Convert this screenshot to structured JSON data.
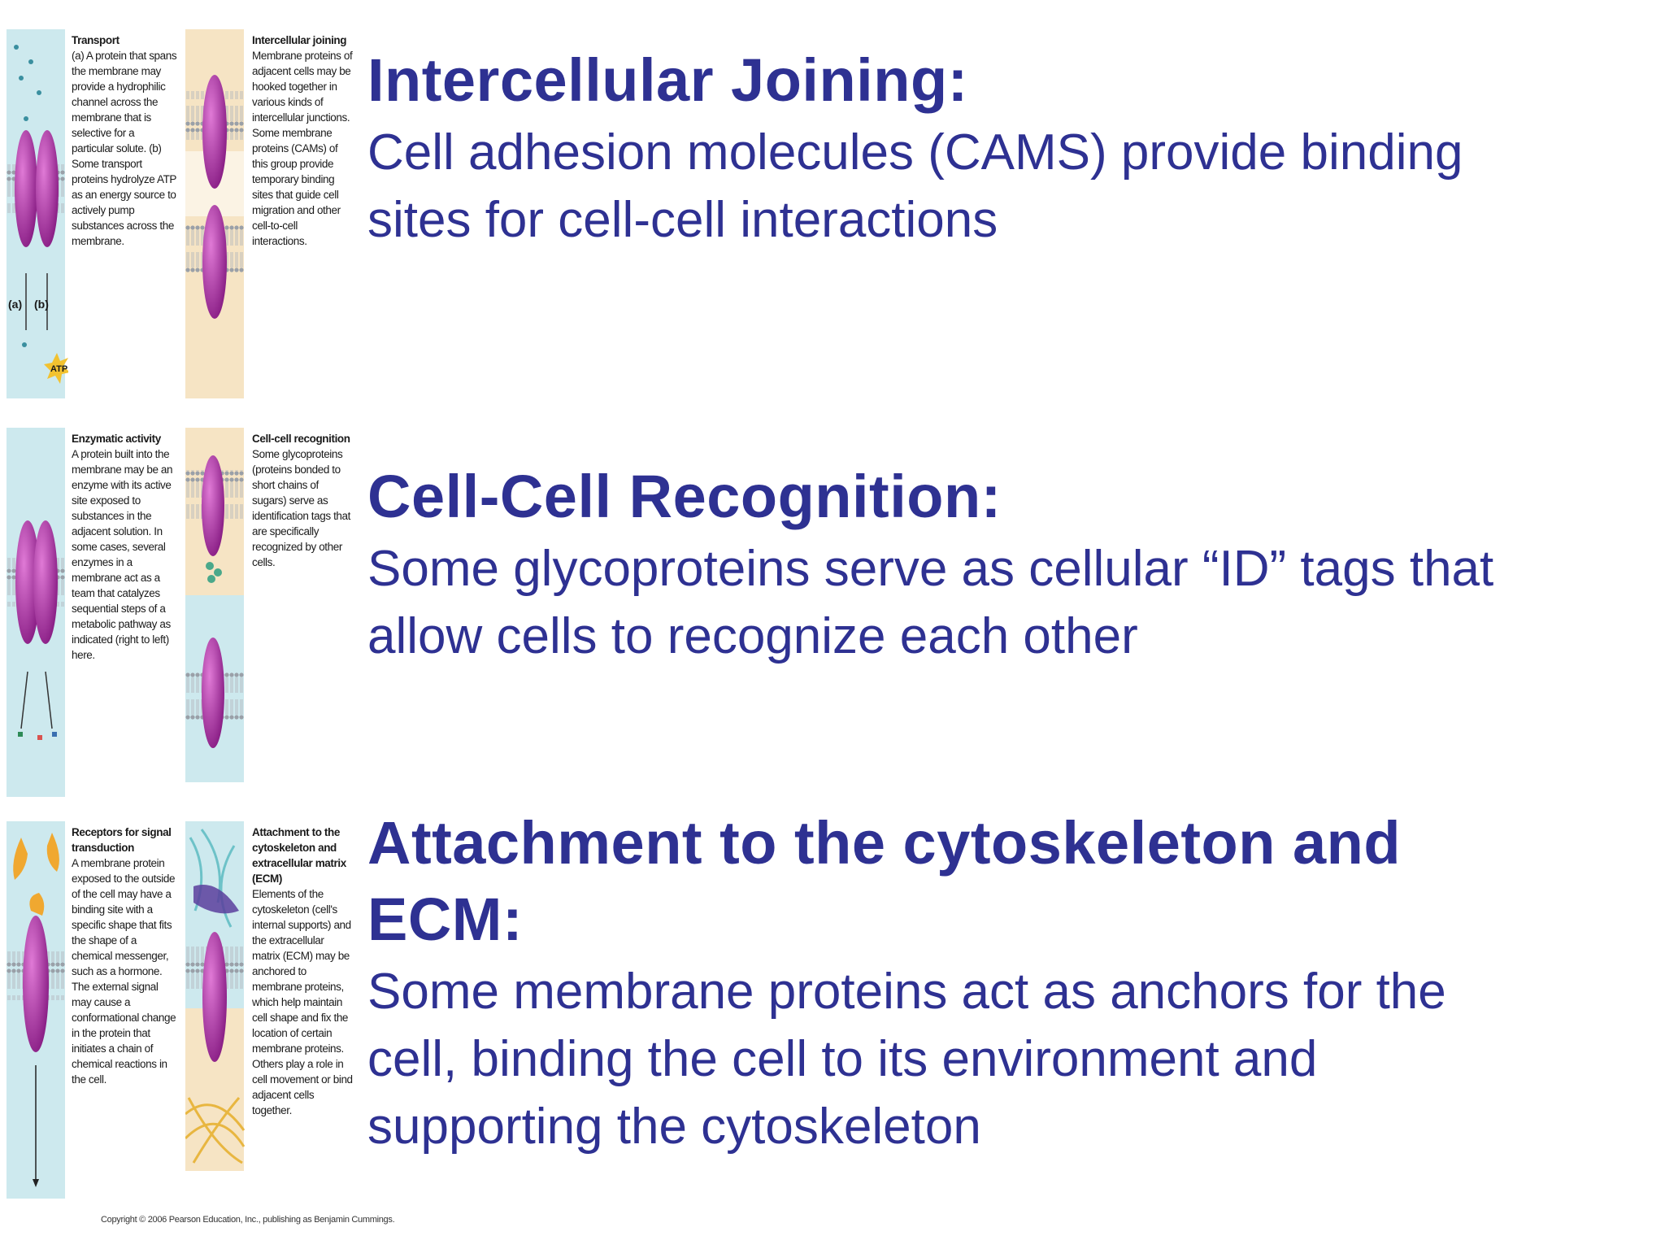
{
  "figures": {
    "transport": {
      "title": "Transport",
      "text": "(a) A protein that spans the membrane may provide a hydrophilic channel across the membrane that is selective for a particular solute. (b) Some transport proteins hydrolyze ATP as an energy source to actively pump substances across the membrane.",
      "mark_a": "(a)",
      "mark_b": "(b)",
      "atp": "ATP"
    },
    "intercellular_joining": {
      "title": "Intercellular joining",
      "text": "Membrane proteins of adjacent cells may be hooked together in various kinds of intercellular junctions. Some membrane proteins (CAMs) of this group provide temporary binding sites that guide cell migration and other cell-to-cell interactions."
    },
    "enzymatic_activity": {
      "title": "Enzymatic activity",
      "text": "A protein built into the membrane may be an enzyme with its active site exposed to substances in the adjacent solution. In some cases, several enzymes in a membrane act as a team that catalyzes sequential steps of a metabolic pathway as indicated (right to left) here."
    },
    "cell_cell_recognition": {
      "title": "Cell-cell recognition",
      "text": "Some glycoproteins (proteins bonded to short chains of sugars) serve as identification tags that are specifically recognized by other cells."
    },
    "receptors": {
      "title": "Receptors for signal transduction",
      "text": "A membrane protein exposed to the outside of the cell may have a binding site with a specific shape that fits the shape of a chemical messenger, such as a hormone. The external signal may cause a conformational change in the protein that initiates a chain of chemical reactions in the cell."
    },
    "attachment": {
      "title": "Attachment to the cytoskeleton and extracellular matrix (ECM)",
      "text": "Elements of the cytoskeleton (cell's internal supports) and the extracellular matrix (ECM) may be anchored to membrane proteins, which help maintain cell shape and fix the location of certain membrane proteins. Others play a role in cell movement or bind adjacent cells together."
    },
    "copyright": "Copyright © 2006 Pearson Education, Inc., publishing as Benjamin Cummings."
  },
  "sections": [
    {
      "heading": "Intercellular Joining:",
      "lines": [
        "Cell adhesion molecules (CAMS) provide binding",
        "sites for cell-cell interactions"
      ]
    },
    {
      "heading": "Cell-Cell Recognition:",
      "lines": [
        "Some glycoproteins serve as cellular “ID” tags that",
        "allow cells to recognize each other"
      ]
    },
    {
      "heading_lines": [
        "Attachment to the cytoskeleton and",
        "ECM:"
      ],
      "lines": [
        "Some membrane proteins act as anchors for the",
        "cell, binding the cell to its environment and",
        "supporting the cytoskeleton"
      ]
    }
  ],
  "colors": {
    "slide_text": "#2e3192",
    "cell_blue": "#cde9ee",
    "cell_tan": "#f6e4c4",
    "protein": "#a8339f",
    "lipid_head": "#9aa0a8"
  }
}
